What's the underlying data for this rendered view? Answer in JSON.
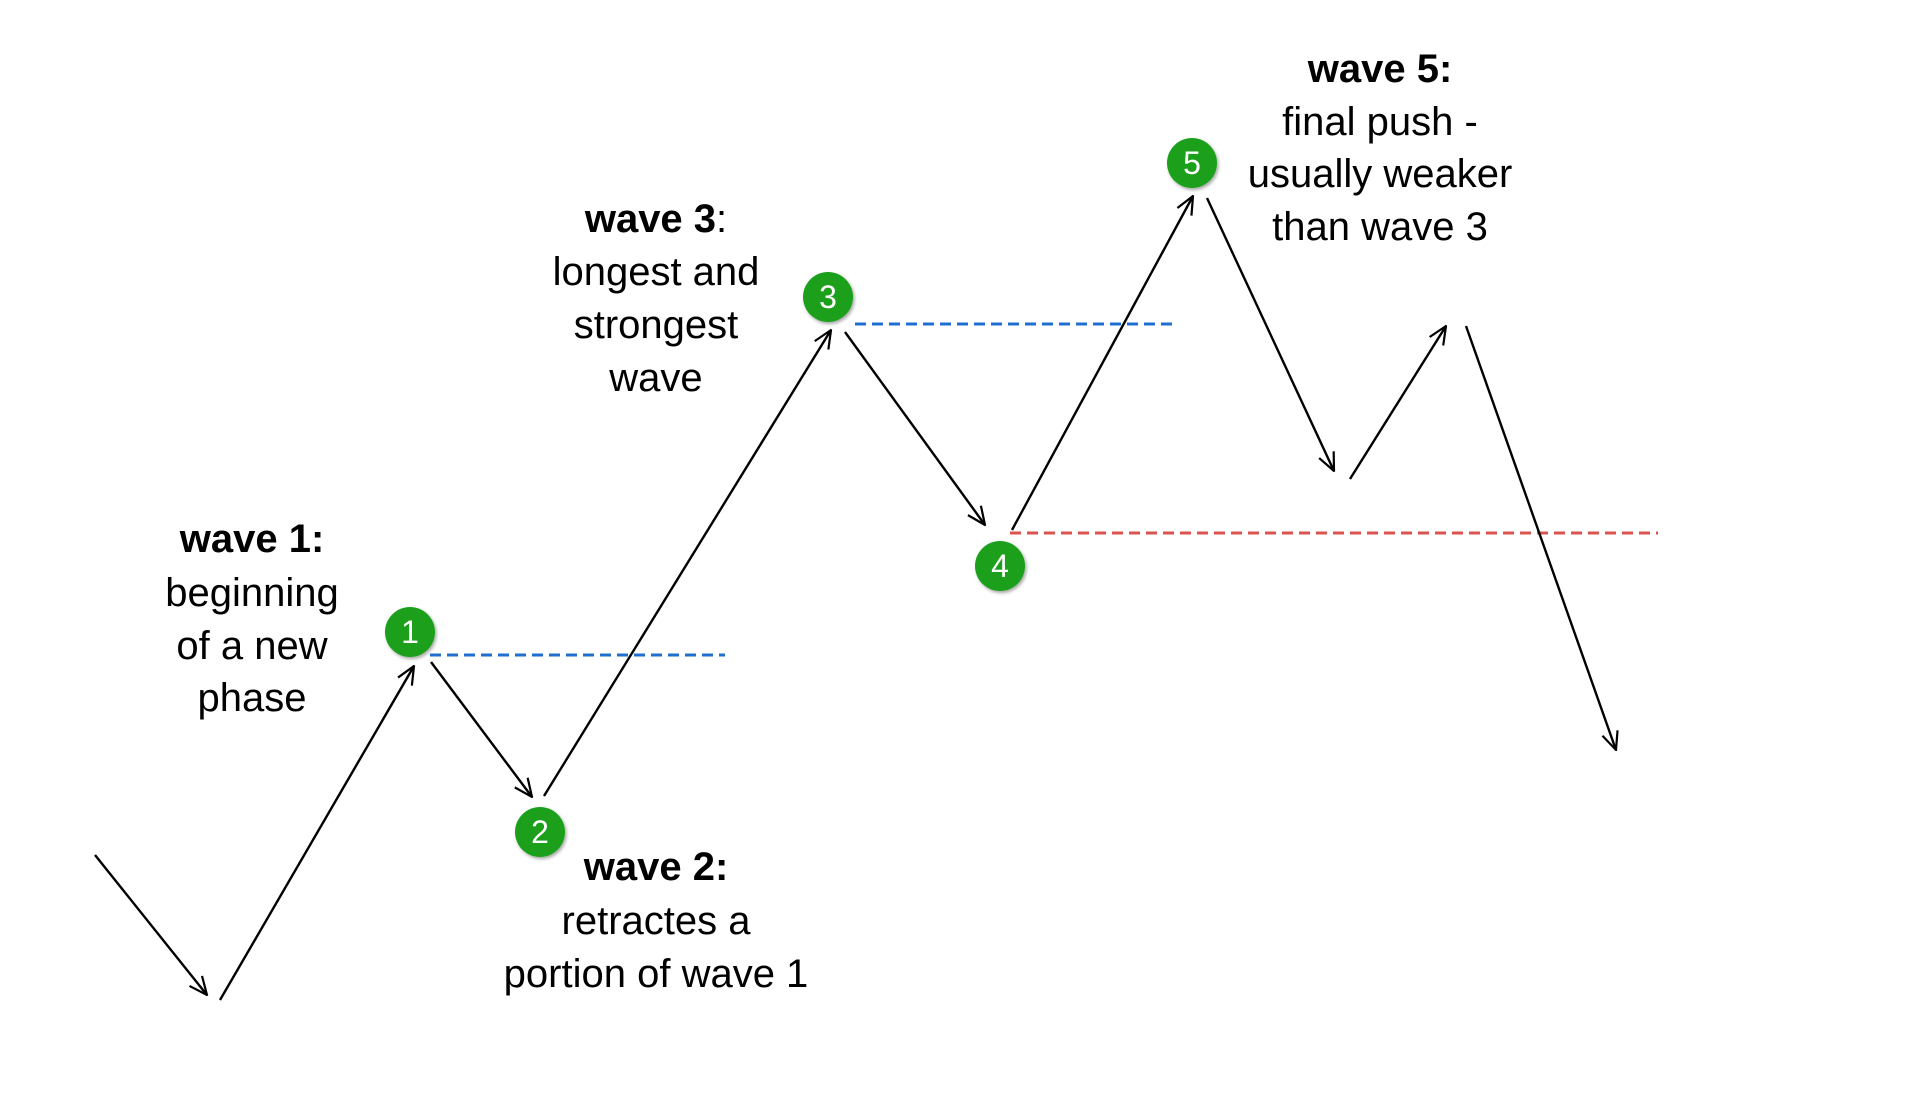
{
  "colors": {
    "badge_fill": "#1aa01a",
    "badge_text": "#ffffff",
    "line": "#000000",
    "blue_level": "#1f6fd1",
    "red_level": "#d9534f"
  },
  "badges": [
    "1",
    "2",
    "3",
    "4",
    "5"
  ],
  "annotations": {
    "wave1": {
      "title": "wave 1:",
      "lines": [
        "beginning",
        "of a new",
        "phase"
      ]
    },
    "wave2": {
      "title": "wave 2:",
      "lines": [
        "retractes a",
        "portion of wave 1"
      ]
    },
    "wave3": {
      "title": "wave 3",
      "title_suffix": ":",
      "lines": [
        "longest and",
        "strongest",
        "wave"
      ]
    },
    "wave5": {
      "title": "wave 5:",
      "lines": [
        "final push -",
        "usually weaker",
        "than wave 3"
      ]
    }
  }
}
